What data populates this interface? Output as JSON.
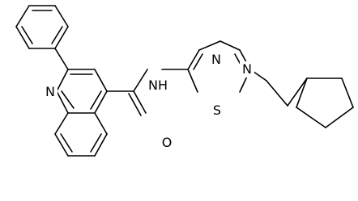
{
  "molecule": {
    "atoms": {
      "quinoline_n": "N",
      "amide_n": "NH",
      "amide_o": "O",
      "thiadiazole_n3": "N",
      "thiadiazole_n4": "N",
      "thiadiazole_s": "S"
    }
  }
}
